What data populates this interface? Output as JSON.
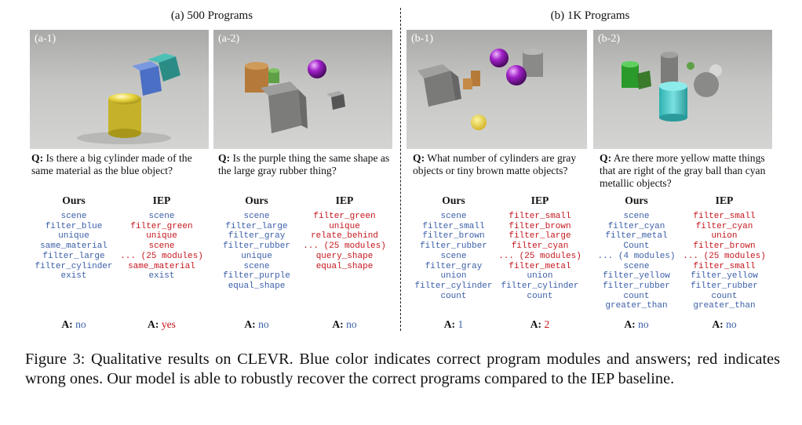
{
  "groups": [
    {
      "title": "(a) 500 Programs"
    },
    {
      "title": "(b) 1K Programs"
    }
  ],
  "panels": [
    {
      "tag": "(a-1)",
      "question_prefix": "Q:",
      "question": "Is there a big cylinder made of the same material as the blue object?"
    },
    {
      "tag": "(a-2)",
      "question_prefix": "Q:",
      "question": "Is the purple thing the same shape as the large gray rubber thing?"
    },
    {
      "tag": "(b-1)",
      "question_prefix": "Q:",
      "question": "What number of cylinders are gray objects or tiny brown matte objects?"
    },
    {
      "tag": "(b-2)",
      "question_prefix": "Q:",
      "question": "Are there more yellow matte things that are right of the gray ball than cyan metallic objects?"
    }
  ],
  "program_headers": {
    "ours": "Ours",
    "iep": "IEP"
  },
  "program_columns": [
    {
      "modules": [
        {
          "text": "scene",
          "ok": true
        },
        {
          "text": "filter_blue",
          "ok": true
        },
        {
          "text": "unique",
          "ok": true
        },
        {
          "text": "same_material",
          "ok": true
        },
        {
          "text": "filter_large",
          "ok": true
        },
        {
          "text": "filter_cylinder",
          "ok": true
        },
        {
          "text": "exist",
          "ok": true
        }
      ]
    },
    {
      "modules": [
        {
          "text": "scene",
          "ok": true
        },
        {
          "text": "filter_green",
          "ok": false
        },
        {
          "text": "unique",
          "ok": false
        },
        {
          "text": "scene",
          "ok": false
        },
        {
          "text": "... (25 modules)",
          "ok": false
        },
        {
          "text": "same_material",
          "ok": false
        },
        {
          "text": "exist",
          "ok": true
        }
      ]
    },
    {
      "modules": [
        {
          "text": "scene",
          "ok": true
        },
        {
          "text": "filter_large",
          "ok": true
        },
        {
          "text": "filter_gray",
          "ok": true
        },
        {
          "text": "filter_rubber",
          "ok": true
        },
        {
          "text": "unique",
          "ok": true
        },
        {
          "text": "scene",
          "ok": true
        },
        {
          "text": "filter_purple",
          "ok": true
        },
        {
          "text": "equal_shape",
          "ok": true
        }
      ]
    },
    {
      "modules": [
        {
          "text": "filter_green",
          "ok": false
        },
        {
          "text": "unique",
          "ok": false
        },
        {
          "text": "relate_behind",
          "ok": false
        },
        {
          "text": "... (25 modules)",
          "ok": false
        },
        {
          "text": "query_shape",
          "ok": false
        },
        {
          "text": "equal_shape",
          "ok": false
        }
      ]
    },
    {
      "modules": [
        {
          "text": "scene",
          "ok": true
        },
        {
          "text": "filter_small",
          "ok": true
        },
        {
          "text": "filter_brown",
          "ok": true
        },
        {
          "text": "filter_rubber",
          "ok": true
        },
        {
          "text": "scene",
          "ok": true
        },
        {
          "text": "filter_gray",
          "ok": true
        },
        {
          "text": "union",
          "ok": true
        },
        {
          "text": "filter_cylinder",
          "ok": true
        },
        {
          "text": "count",
          "ok": true
        }
      ]
    },
    {
      "modules": [
        {
          "text": "filter_small",
          "ok": false
        },
        {
          "text": "filter_brown",
          "ok": false
        },
        {
          "text": "filter_large",
          "ok": false
        },
        {
          "text": "filter_cyan",
          "ok": false
        },
        {
          "text": "... (25 modules)",
          "ok": false
        },
        {
          "text": "filter_metal",
          "ok": false
        },
        {
          "text": "union",
          "ok": true
        },
        {
          "text": "filter_cylinder",
          "ok": true
        },
        {
          "text": "count",
          "ok": true
        }
      ]
    },
    {
      "modules": [
        {
          "text": "scene",
          "ok": true
        },
        {
          "text": "filter_cyan",
          "ok": true
        },
        {
          "text": "filter_metal",
          "ok": true
        },
        {
          "text": "Count",
          "ok": true
        },
        {
          "text": "... (4 modules)",
          "ok": true
        },
        {
          "text": "scene",
          "ok": true
        },
        {
          "text": "filter_yellow",
          "ok": true
        },
        {
          "text": "filter_rubber",
          "ok": true
        },
        {
          "text": "count",
          "ok": true
        },
        {
          "text": "greater_than",
          "ok": true
        }
      ]
    },
    {
      "modules": [
        {
          "text": "filter_small",
          "ok": false
        },
        {
          "text": "filter_cyan",
          "ok": false
        },
        {
          "text": "union",
          "ok": false
        },
        {
          "text": "filter_brown",
          "ok": false
        },
        {
          "text": "... (25 modules)",
          "ok": false
        },
        {
          "text": "filter_small",
          "ok": false
        },
        {
          "text": "filter_yellow",
          "ok": true
        },
        {
          "text": "filter_rubber",
          "ok": true
        },
        {
          "text": "count",
          "ok": true
        },
        {
          "text": "greater_than",
          "ok": true
        }
      ]
    }
  ],
  "answers": [
    {
      "prefix": "A:",
      "value": "no",
      "ok": true
    },
    {
      "prefix": "A:",
      "value": "yes",
      "ok": false
    },
    {
      "prefix": "A:",
      "value": "no",
      "ok": true
    },
    {
      "prefix": "A:",
      "value": "no",
      "ok": true
    },
    {
      "prefix": "A:",
      "value": "1",
      "ok": true
    },
    {
      "prefix": "A:",
      "value": "2",
      "ok": false
    },
    {
      "prefix": "A:",
      "value": "no",
      "ok": true
    },
    {
      "prefix": "A:",
      "value": "no",
      "ok": true
    }
  ],
  "caption": "Figure 3: Qualitative results on CLEVR. Blue color indicates correct program modules and answers; red indicates wrong ones. Our model is able to robustly recover the correct programs compared to the IEP baseline.",
  "colors": {
    "correct": "#3a5ea8",
    "wrong": "#c4161c"
  }
}
